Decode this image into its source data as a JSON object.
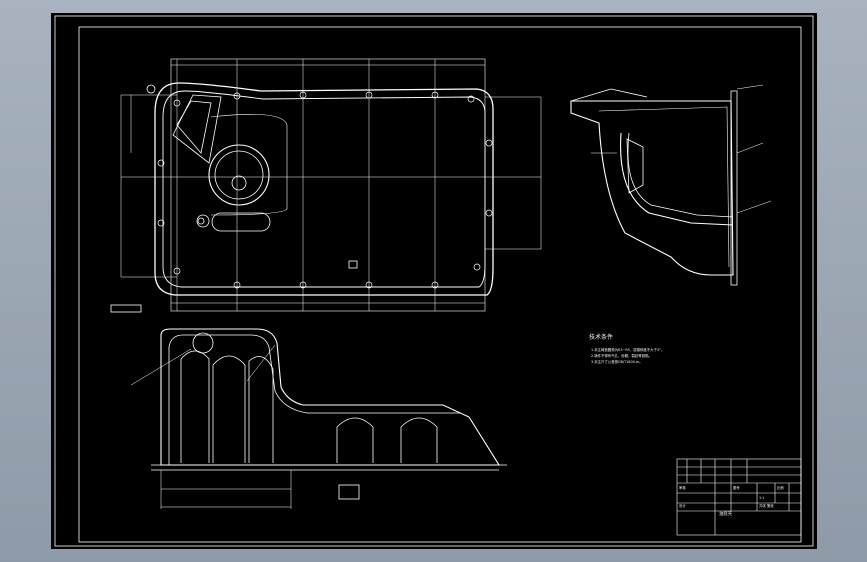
{
  "drawing": {
    "tech_req_title": "技术条件",
    "tech_req_lines": [
      "1.未注铸造圆角为R3~R5，拔模斜度不大于3°。",
      "2.铸件不得有气孔、砂眼、裂纹等缺陷。",
      "3.未注尺寸公差按GB/T1804-m。"
    ],
    "title_block": {
      "part_name": "油底壳",
      "scale": "1:1",
      "designer_label": "设计",
      "checker_label": "审核",
      "drawing_label": "图号",
      "note": "比例",
      "footer": "共张 第张"
    }
  }
}
